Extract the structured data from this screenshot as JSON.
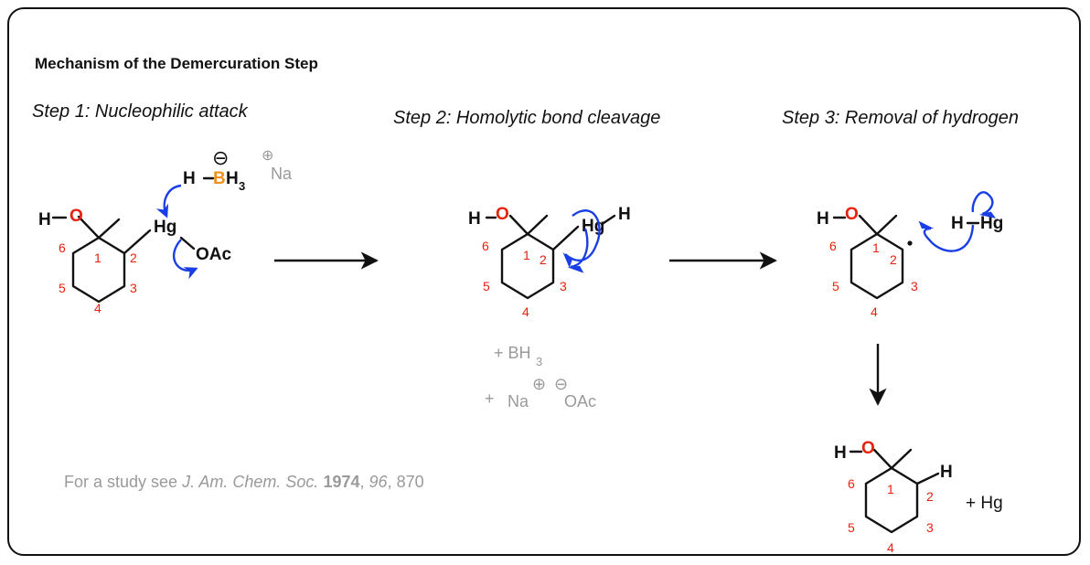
{
  "title": "Mechanism of the Demercuration Step",
  "steps": {
    "step1": "Step 1: Nucleophilic attack",
    "step2": "Step 2: Homolytic bond cleavage",
    "step3": "Step 3: Removal of hydrogen"
  },
  "atoms": {
    "h": "H",
    "o": "O",
    "hg": "Hg",
    "oac": "OAc",
    "b": "B",
    "h3": "H",
    "h3_sub": "3",
    "na": "Na",
    "minus": "⊖",
    "plus": "⊕"
  },
  "ring_numbers": [
    "1",
    "2",
    "3",
    "4",
    "5",
    "6"
  ],
  "byproducts": {
    "bh3_plus": "+ BH",
    "bh3_sub": "3",
    "naoac_plus": "+",
    "na": "Na",
    "oac": "OAc",
    "hg": "+ Hg"
  },
  "reference": {
    "prefix": "For a study see ",
    "journal": "J. Am. Chem. Soc.",
    "year": "1974",
    "sep1": ", ",
    "volume": "96",
    "sep2": ", ",
    "page": "870"
  },
  "colors": {
    "oxygen": "#e8210f",
    "numbers": "#e8210f",
    "boron": "#f0901c",
    "arrows_curved": "#1a3ee6",
    "grey_text": "#9a9a9a",
    "bonds": "#111111"
  }
}
